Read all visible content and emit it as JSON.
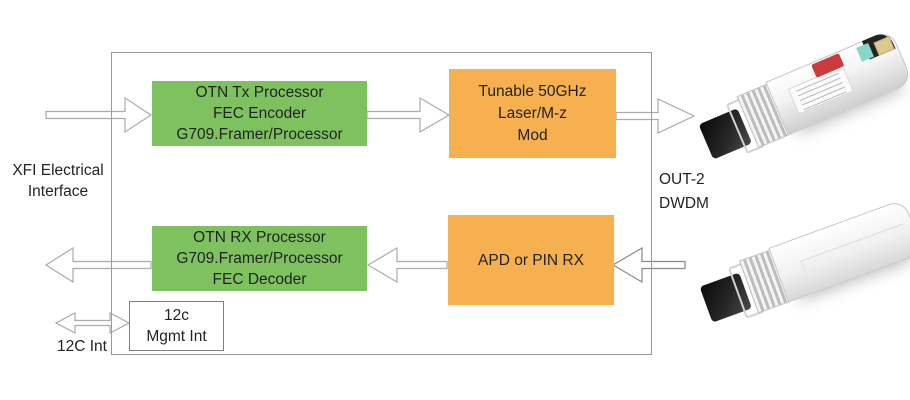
{
  "blocks": {
    "otn_tx": {
      "lines": [
        "OTN Tx Processor",
        "FEC Encoder",
        "G709.Framer/Processor"
      ]
    },
    "laser": {
      "lines": [
        "Tunable 50GHz",
        "Laser/M-z",
        "Mod"
      ]
    },
    "otn_rx": {
      "lines": [
        "OTN RX Processor",
        "G709.Framer/Processor",
        "FEC Decoder"
      ]
    },
    "apd": {
      "lines": [
        "APD or PIN RX"
      ]
    },
    "mgmt": {
      "lines": [
        "12c",
        "Mgmt Int"
      ]
    }
  },
  "labels": {
    "xfi_line1": "XFI Electrical",
    "xfi_line2": "Interface",
    "out_line1": "OUT-2",
    "out_line2": "DWDM",
    "i2c": "12C Int"
  },
  "icons": {
    "flow_arrows": "outlined block arrows (white fill, gray stroke)",
    "sfp_top": "silver SFP+ transceiver photo with red and white labels",
    "sfp_bottom": "white SFP+ transceiver photo with black LC connector"
  },
  "colors": {
    "block_green": "#7dc25f",
    "block_orange": "#f6b04f",
    "outline_gray": "#9a9a9a",
    "arrow_gray": "#ababab",
    "mgmt_border": "#7f7f7f",
    "text_dark": "#232323",
    "sfp_label_red": "#cb3a3c",
    "sfp_label_teal": "#86d7c6",
    "sfp_contacts_gold": "#dcc98c"
  }
}
